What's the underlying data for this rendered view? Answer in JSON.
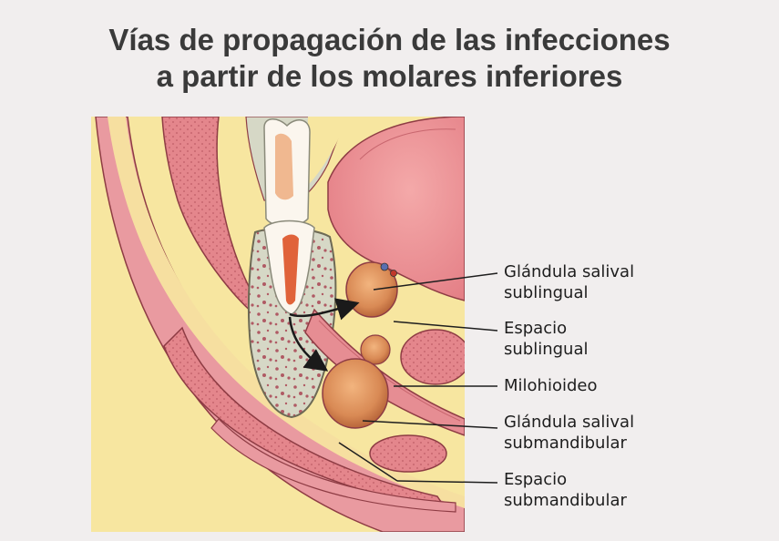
{
  "title": {
    "line1": "Vías de propagación de las infecciones",
    "line2": "a partir de los molares inferiores"
  },
  "labels": [
    {
      "id": "sublingual-gland",
      "line1": "Glándula salival",
      "line2": "sublingual"
    },
    {
      "id": "sublingual-space",
      "line1": "Espacio",
      "line2": "sublingual"
    },
    {
      "id": "mylohyoid",
      "line1": "Milohioideo",
      "line2": ""
    },
    {
      "id": "submandibular-gland",
      "line1": "Glándula salival",
      "line2": "submandibular"
    },
    {
      "id": "submandibular-space",
      "line1": "Espacio",
      "line2": "submandibular"
    }
  ],
  "colors": {
    "background": "#f1eeee",
    "muscle": "#e8959a",
    "fat": "#f7e6a0",
    "bone": "#d6d8c6",
    "gland": "#e0935e"
  }
}
